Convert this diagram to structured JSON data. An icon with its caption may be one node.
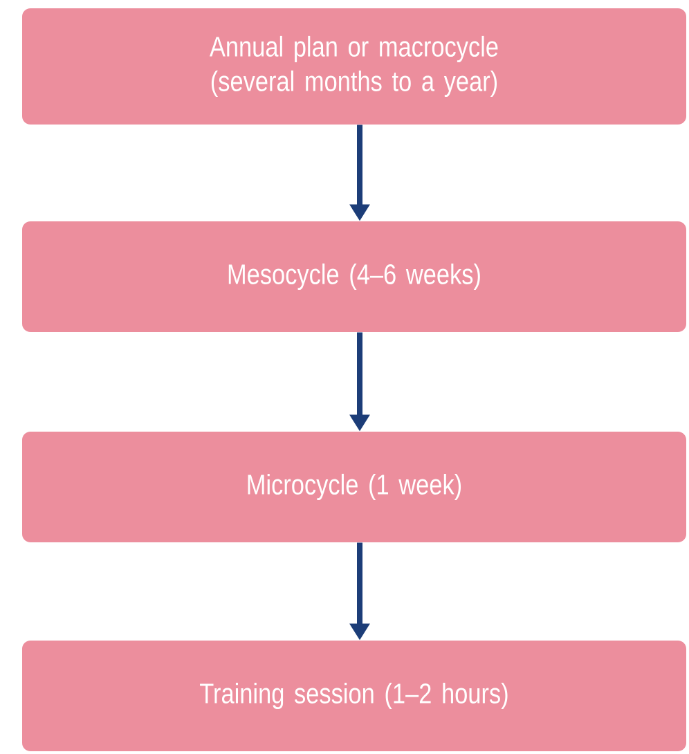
{
  "diagram": {
    "nodes": [
      {
        "text": [
          "Annual plan or macrocycle (several months to a year)"
        ]
      },
      {
        "text": [
          "Mesocycle (4–6 weeks)"
        ]
      },
      {
        "text": [
          "Microcycle (1 week)"
        ]
      },
      {
        "text": [
          "Training session (1–2 hours)"
        ]
      }
    ],
    "edges": [
      {
        "from": 0,
        "to": 1,
        "arrow": "to"
      },
      {
        "from": 1,
        "to": 2,
        "arrow": "to"
      },
      {
        "from": 2,
        "to": 3,
        "arrow": "to"
      }
    ]
  }
}
